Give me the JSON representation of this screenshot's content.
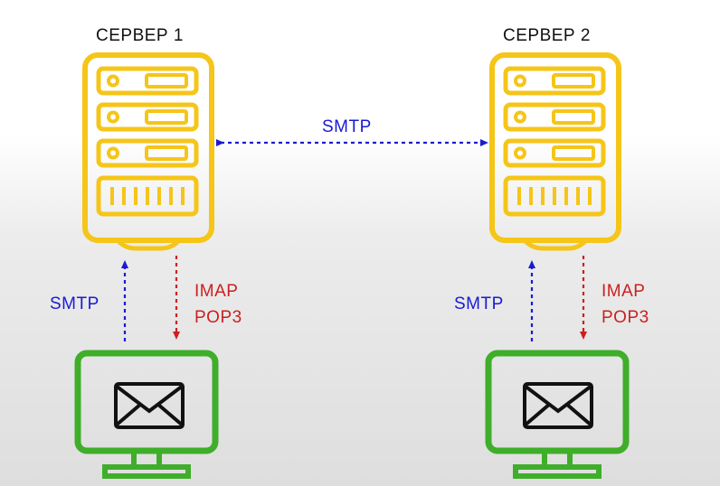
{
  "servers": [
    {
      "title": "СЕРВЕР 1"
    },
    {
      "title": "СЕРВЕР 2"
    }
  ],
  "links": {
    "server_to_server": "SMTP",
    "client1_up": "SMTP",
    "client1_down": [
      "IMAP",
      "POP3"
    ],
    "client2_up": "SMTP",
    "client2_down": [
      "IMAP",
      "POP3"
    ]
  },
  "colors": {
    "server": "#f5c518",
    "client": "#3fae2a",
    "smtp": "#1a1ad4",
    "imap_pop3": "#cc1f1f"
  },
  "icons": [
    "server-icon",
    "monitor-icon",
    "envelope-icon"
  ]
}
